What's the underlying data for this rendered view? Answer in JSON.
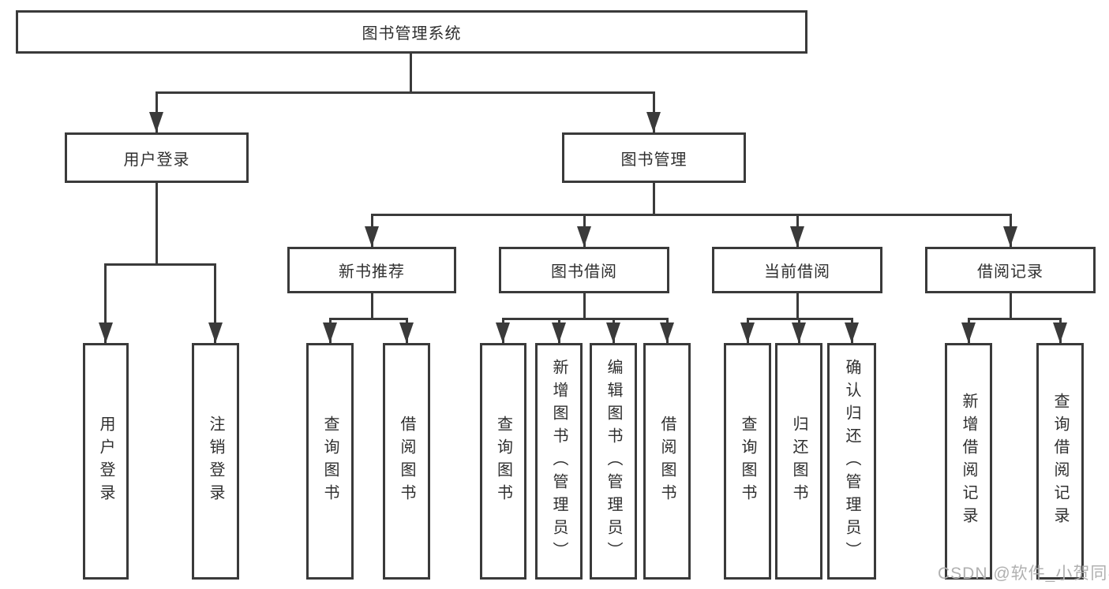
{
  "diagram": {
    "type": "hierarchy-tree",
    "line_color": "#3a3a3a",
    "text_color": "#2f2f2f",
    "background_color": "#ffffff"
  },
  "tree": {
    "label": "图书管理系统",
    "children": [
      {
        "label": "用户登录",
        "children": [
          {
            "label": "用户登录"
          },
          {
            "label": "注销登录"
          }
        ]
      },
      {
        "label": "图书管理",
        "children": [
          {
            "label": "新书推荐",
            "children": [
              {
                "label": "查询图书"
              },
              {
                "label": "借阅图书"
              }
            ]
          },
          {
            "label": "图书借阅",
            "children": [
              {
                "label": "查询图书"
              },
              {
                "label": "新增图书（管理员）"
              },
              {
                "label": "编辑图书（管理员）"
              },
              {
                "label": "借阅图书"
              }
            ]
          },
          {
            "label": "当前借阅",
            "children": [
              {
                "label": "查询图书"
              },
              {
                "label": "归还图书"
              },
              {
                "label": "确认归还（管理员）"
              }
            ]
          },
          {
            "label": "借阅记录",
            "children": [
              {
                "label": "新增借阅记录"
              },
              {
                "label": "查询借阅记录"
              }
            ]
          }
        ]
      }
    ]
  },
  "watermark": {
    "text": "CSDN @软件_小贺同学",
    "color": "#b0b0b0"
  }
}
